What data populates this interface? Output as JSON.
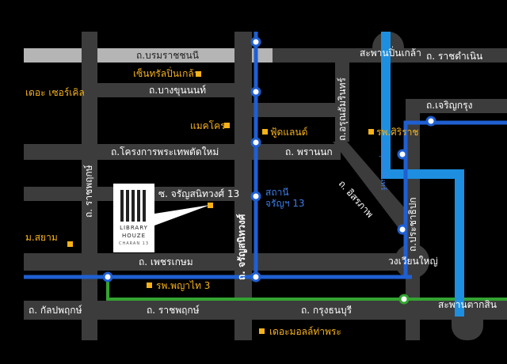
{
  "colors": {
    "background": "#000000",
    "road": "#3c3c3c",
    "road_highlight": "#b5b5b5",
    "mrt_blue": "#1f5fd1",
    "mrt_light_blue": "#1e8fe0",
    "rail_green": "#33a431",
    "poi": "#f6b21a"
  },
  "roads": {
    "borommaratchachonnani": "ถ.บรมราชชนนี",
    "bangkhunnon": "ถ.บางขุนนนท์",
    "khrongkan_phrathep": "ถ.โครงการพระเทพตัดใหม่",
    "phranok": "ถ. พรานนก",
    "petchkasem": "ถ. เพชรเกษม",
    "kanlapaphruek": "ถ. กัลปพฤกษ์",
    "ratchaphruek_bottom": "ถ. ราชพฤกษ์",
    "krung_thonburi": "ถ. กรุงธนบุรี",
    "ratchadamnoen": "ถ. ราชดำเนิน",
    "charoen_krung": "ถ.เจริญกรุง",
    "arun_amarin": "ถ.อรุณอัมรินทร์",
    "itsaraphap": "ถ. อิสรภาพ",
    "pracha_thipok": "ถ.ประชาธิปก",
    "ratchaphruek_left": "ถ. ราชพฤกษ์",
    "charan_sanitwong": "ถ. จรัญสนิทวงศ์",
    "soi_charan_13": "ซ. จรัญสนิทวงศ์ 13"
  },
  "places": {
    "pinklao_bridge": "สะพานปิ่นเกล้า",
    "taksin_bridge": "สะพานตากสิน",
    "wongwian_yai": "วงเวียนใหญ่",
    "mrt_station": "สถานี\nจรัญฯ 13",
    "mrt_station_line1": "สถานี",
    "mrt_station_line2": "จรัญฯ 13"
  },
  "pois": {
    "central_pinklao": "เซ็นทรัลปิ่นเกล้า",
    "the_circle": "เดอะ เซอร์เคิล",
    "makro": "แมคโคร",
    "foodland": "ฟู้ดแลนด์",
    "siriraj": "รพ.ศิริราช",
    "m_siam": "ม.สยาม",
    "phyathai3": "รพ.พญาไท 3",
    "the_mall_thapra": "เดอะมอลล์ท่าพระ"
  },
  "rail_labels": {
    "mrt_vertical": "ม.อรุณอัมรินทร์"
  },
  "logo": {
    "line1": "LIBRARY",
    "line2": "HOUZE",
    "line3": "CHARAN 13"
  },
  "icons": [
    "poi-square-icon",
    "station-dot-icon",
    "building-logo-icon"
  ]
}
